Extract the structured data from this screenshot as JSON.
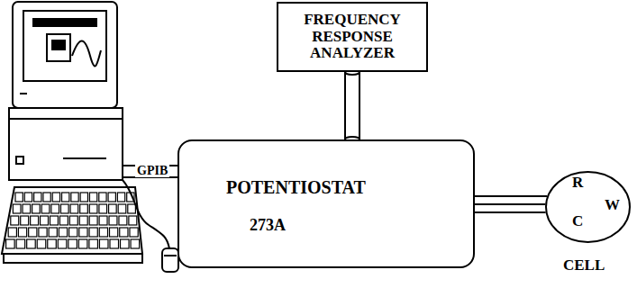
{
  "diagram": {
    "nodes": [
      {
        "text": [
          "FREQUENCY RESPONSE ANALYZER"
        ]
      },
      {
        "text": [
          "POTENTIOSTAT",
          "273A"
        ]
      },
      {
        "text": [
          "R",
          "W",
          "C",
          "CELL"
        ]
      }
    ],
    "edges": [
      {
        "from": 0,
        "to": 1,
        "arrow": "none"
      },
      {
        "from": 1,
        "to": 2,
        "arrow": "none"
      }
    ],
    "labels": [
      "GPIB"
    ]
  }
}
